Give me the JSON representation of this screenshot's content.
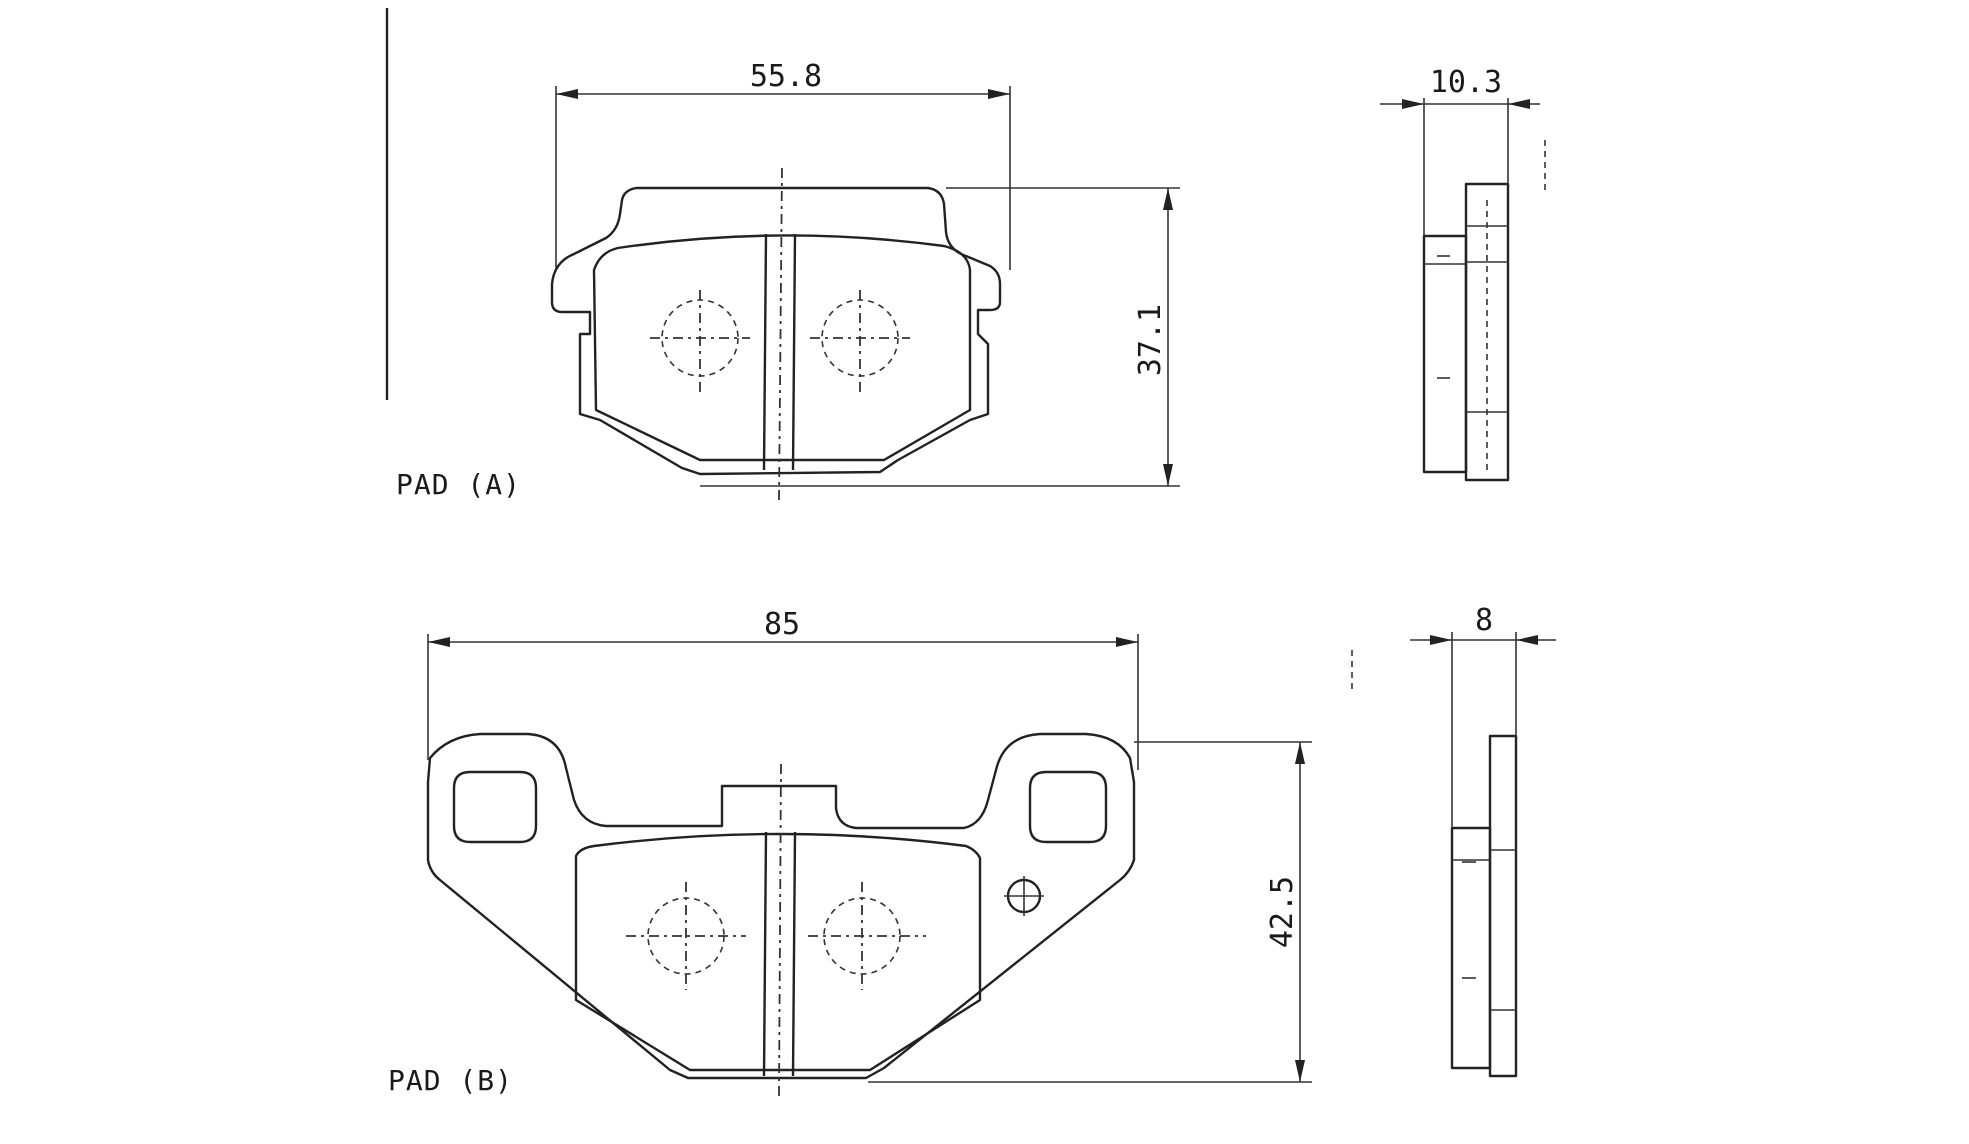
{
  "pad_a": {
    "label": "PAD (A)",
    "width_dim": "55.8",
    "height_dim": "37.1",
    "thickness_dim": "10.3"
  },
  "pad_b": {
    "label": "PAD (B)",
    "width_dim": "85",
    "height_dim": "42.5",
    "thickness_dim": "8"
  },
  "colors": {
    "line": "#222222",
    "background": "#ffffff"
  }
}
